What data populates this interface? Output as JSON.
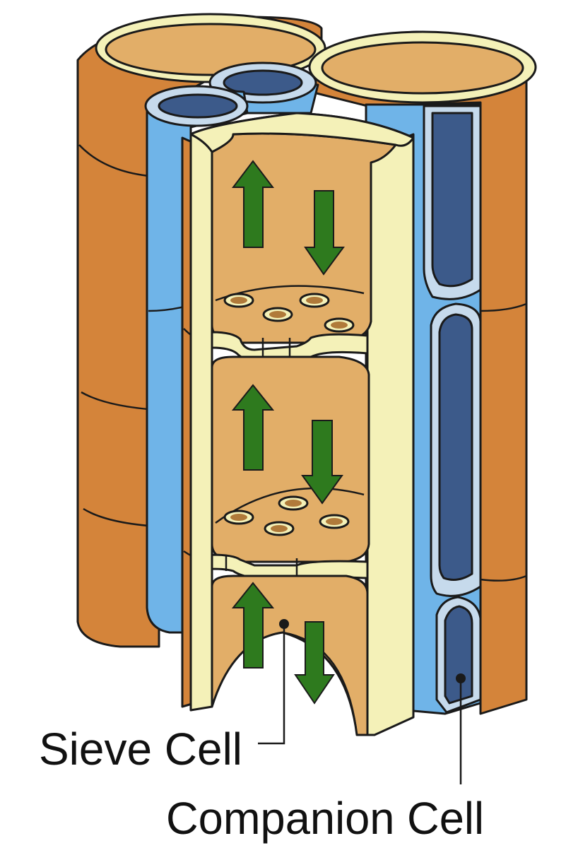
{
  "labels": {
    "sieve_cell": "Sieve Cell",
    "companion_cell": "Companion Cell"
  },
  "colors": {
    "parenchyma_orange": "#D4843A",
    "sieve_interior": "#E2AE68",
    "cell_wall_cream": "#F4F1B8",
    "companion_light_blue": "#6FB4E8",
    "companion_wall_pale": "#C6DAEC",
    "companion_dark_blue": "#3C5A8A",
    "arrow_green": "#2E7A1E"
  },
  "icons": {
    "flow_arrows": "bidirectional-green-arrows",
    "sieve_pores": "oval-sieve-plate-pores"
  }
}
